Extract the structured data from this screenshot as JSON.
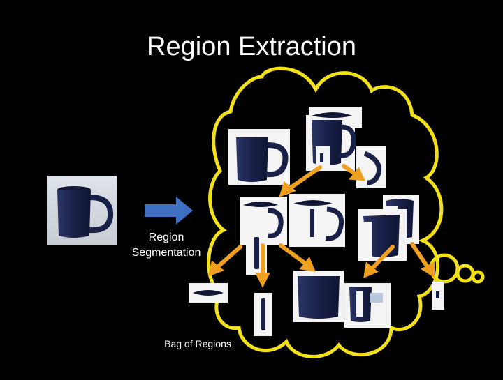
{
  "slide": {
    "title": "Region Extraction",
    "step_label": "Region Segmentation",
    "bag_label": "Bag of Regions"
  },
  "colors": {
    "background": "#000000",
    "cloud_outline": "#f2e11a",
    "arrow_orange": "#f0a020",
    "arrow_blue": "#3f6fc0",
    "mug": "#1e2650",
    "tile": "#f4f4f4"
  },
  "icons": {
    "process_arrow": "right-arrow-icon",
    "region_arrows": "tree-edge-arrow"
  }
}
